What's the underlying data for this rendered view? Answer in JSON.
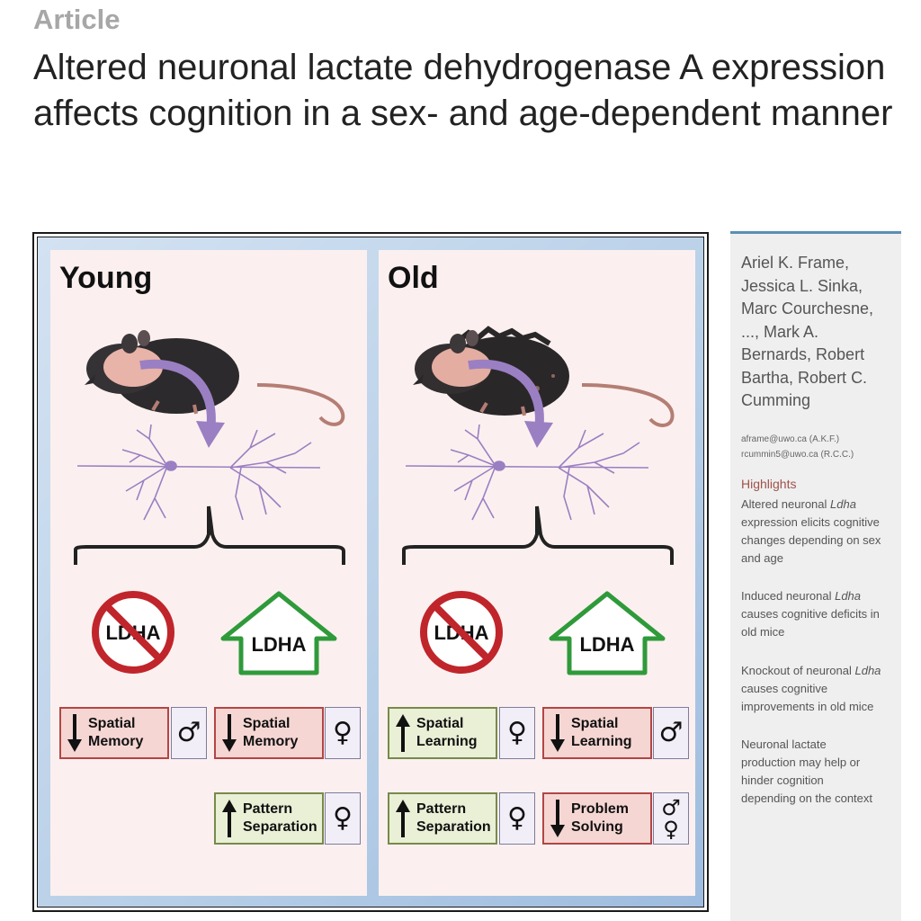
{
  "header": {
    "label": "Article",
    "title": "Altered neuronal lactate dehydrogenase A expression affects cognition in a sex- and age-dependent manner"
  },
  "abstract": {
    "panels": [
      {
        "title": "Young",
        "knockout_label": "LDHA",
        "overexpress_label": "LDHA",
        "effects": [
          {
            "line1": "Spatial",
            "line2": "Memory",
            "direction": "down",
            "sex": "♂"
          },
          {
            "line1": "Spatial",
            "line2": "Memory",
            "direction": "down",
            "sex": "♀"
          },
          {
            "line1": "Pattern",
            "line2": "Separation",
            "direction": "up",
            "sex": "♀"
          }
        ]
      },
      {
        "title": "Old",
        "knockout_label": "LDHA",
        "overexpress_label": "LDHA",
        "effects": [
          {
            "line1": "Spatial",
            "line2": "Learning",
            "direction": "up",
            "sex": "♀"
          },
          {
            "line1": "Spatial",
            "line2": "Learning",
            "direction": "down",
            "sex": "♂"
          },
          {
            "line1": "Pattern",
            "line2": "Separation",
            "direction": "up",
            "sex": "♀"
          },
          {
            "line1": "Problem",
            "line2": "Solving",
            "direction": "down",
            "sex": "♂",
            "sex2": "♀"
          }
        ]
      }
    ],
    "colors": {
      "down_fill": "#f6d6d3",
      "up_fill": "#e9f0d6",
      "prohibit_red": "#c0252b",
      "arrow_green": "#2f9a3a",
      "neuron_purple": "#9b7fc3"
    }
  },
  "sidebar": {
    "authors_lines": [
      "Ariel K. Frame,",
      "Jessica L. Sinka,",
      "Marc Courchesne,",
      "..., Mark A.",
      "Bernards, Robert",
      "Bartha, Robert C.",
      "Cumming"
    ],
    "emails": [
      "aframe@uwo.ca (A.K.F.)",
      "rcummin5@uwo.ca (R.C.C.)"
    ],
    "highlights_heading": "Highlights",
    "highlights": [
      [
        "Altered neuronal ",
        "Ldha",
        "",
        "expression elicits cognitive",
        "changes depending on sex",
        "and age"
      ],
      [
        "Induced neuronal ",
        "Ldha",
        "",
        "causes cognitive deficits in",
        "old mice"
      ],
      [
        "Knockout of neuronal ",
        "Ldha",
        "",
        "causes cognitive",
        "improvements in old mice"
      ],
      [
        "Neuronal lactate",
        "",
        "",
        "production may help or",
        "hinder cognition",
        "depending on the context"
      ]
    ]
  }
}
